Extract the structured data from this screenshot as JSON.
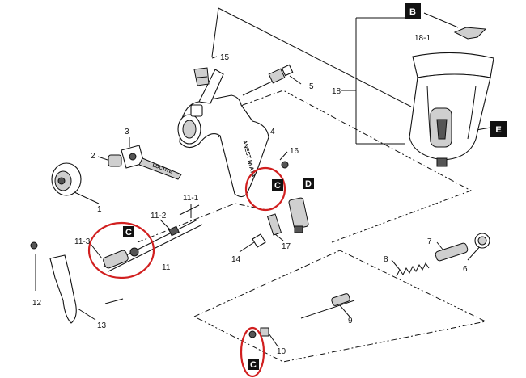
{
  "part_labels": {
    "p1": "1",
    "p2": "2",
    "p3": "3",
    "p4": "4",
    "p5": "5",
    "p6": "6",
    "p7": "7",
    "p8": "8",
    "p9": "9",
    "p10": "10",
    "p11": "11",
    "p11_1": "11-1",
    "p11_2": "11-2",
    "p11_3": "11-3",
    "p12": "12",
    "p13": "13",
    "p14": "14",
    "p15": "15",
    "p16": "16",
    "p17": "17",
    "p18": "18",
    "p18_1": "18-1"
  },
  "tags": {
    "B": "B",
    "D": "D",
    "E": "E",
    "C1": "C",
    "C2": "C",
    "C3": "C"
  },
  "decals": {
    "tube": "LOCTITE",
    "gun_body": "ANEST IWATA"
  },
  "colors": {
    "highlight": "#d11f1f",
    "tag_fill": "#111111",
    "line": "#111111"
  }
}
